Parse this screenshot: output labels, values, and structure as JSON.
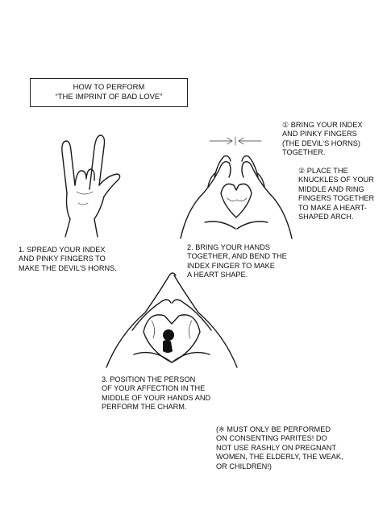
{
  "title": {
    "line1": "HOW TO PERFORM",
    "line2": "“THE IMPRINT OF BAD LOVE”"
  },
  "steps": {
    "step1": "1. SPREAD YOUR INDEX\nAND PINKY FINGERS TO\nMAKE THE DEVIL’S HORNS.",
    "step2_note1": "① BRING YOUR INDEX\nAND PINKY FINGERS\n(THE DEVIL’S HORNS)\nTOGETHER.",
    "step2_note2": "② PLACE THE\nKNUCKLES OF YOUR\nMIDDLE AND RING\nFINGERS TOGETHER\nTO MAKE A HEART-\nSHAPED ARCH.",
    "step2": "2. BRING YOUR HANDS\nTOGETHER, AND BEND THE\nINDEX FINGER TO MAKE\nA HEART SHAPE.",
    "step3": "3. POSITION THE PERSON\nOF YOUR AFFECTION IN THE\nMIDDLE OF YOUR HANDS AND\nPERFORM THE CHARM."
  },
  "warning": "(※ MUST ONLY BE PERFORMED\nON CONSENTING PARITES! DO\nNOT USE RASHLY ON PREGNANT\nWOMEN, THE ELDERLY, THE WEAK,\nOR CHILDREN!)",
  "icons": {
    "hand1": "devil-horns-hand-illustration",
    "hand2": "heart-hands-illustration",
    "hand3": "heart-frame-hands-illustration",
    "arrows": "converging-arrows"
  }
}
